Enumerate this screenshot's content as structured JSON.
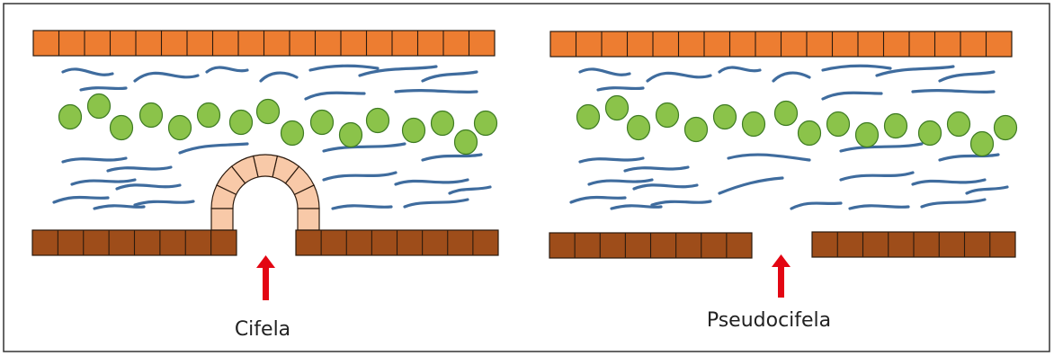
{
  "colors": {
    "upper_cortex": "#ED7D31",
    "lower_cortex": "#9E4D1A",
    "cifela_cells": "#F8C9A8",
    "hyphae": "#3F6C9E",
    "algae_fill": "#8BC34A",
    "algae_stroke": "#3E7B23",
    "arrow": "#E30613",
    "frame": "#333333"
  },
  "panels": [
    {
      "id": "left",
      "label": "Cifela"
    },
    {
      "id": "right",
      "label": "Pseudocifela"
    }
  ]
}
